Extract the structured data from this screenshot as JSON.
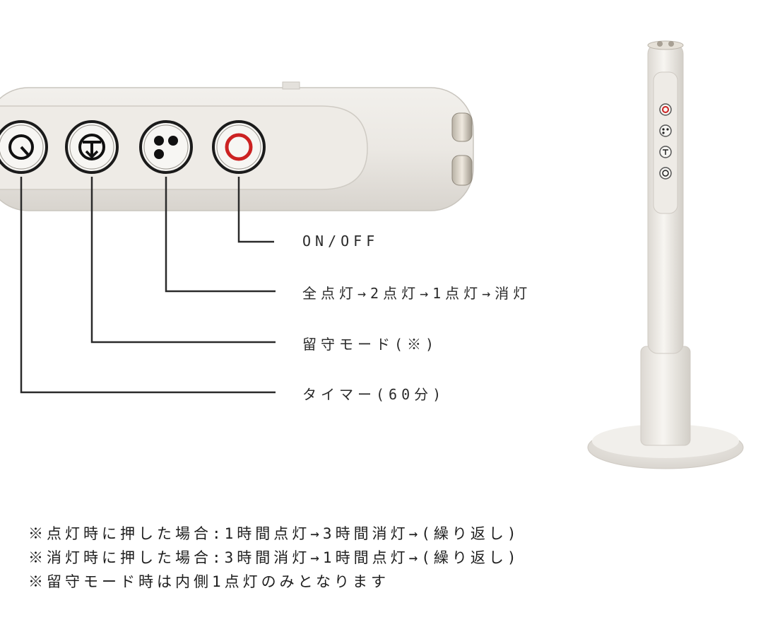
{
  "remote": {
    "buttons": [
      {
        "name": "timer",
        "icon": "timer-icon"
      },
      {
        "name": "away-mode",
        "icon": "away-mode-icon"
      },
      {
        "name": "light-cycle",
        "icon": "three-dots-icon"
      },
      {
        "name": "power",
        "icon": "power-ring-icon"
      }
    ],
    "accent_color": "#cc2222"
  },
  "labels": {
    "power": "ON/OFF",
    "light_cycle": "全点灯→2点灯→1点灯→消灯",
    "away_mode": "留守モード(※)",
    "timer": "タイマー(60分)"
  },
  "notes": [
    "※点灯時に押した場合:1時間点灯→3時間消灯→(繰り返し)",
    "※消灯時に押した場合:3時間消灯→1時間点灯→(繰り返し)",
    "※留守モード時は内側1点灯のみとなります"
  ]
}
